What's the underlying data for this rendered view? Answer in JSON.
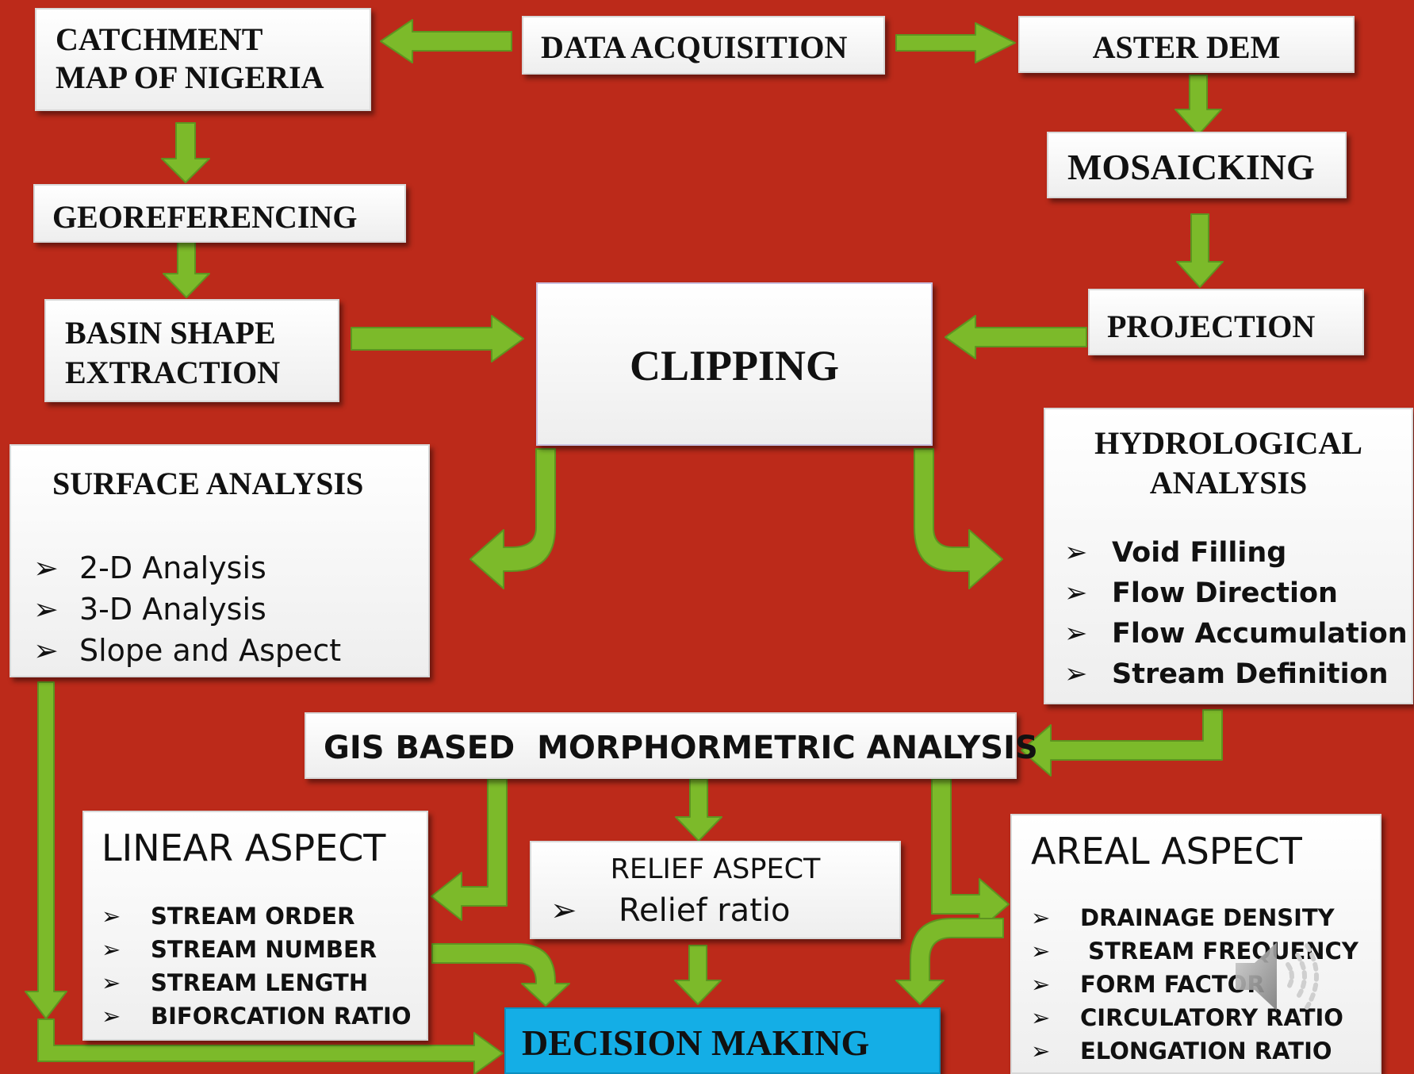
{
  "colors": {
    "background": "#bc2a1a",
    "arrow": "#7cba2a",
    "box": "#f4f4f4",
    "decision_box": "#14aee6"
  },
  "bullet_glyph": "➢",
  "boxes": {
    "catchment_map": {
      "lines": [
        "CATCHMENT",
        "MAP OF NIGERIA"
      ]
    },
    "data_acquisition": {
      "label": "DATA ACQUISITION"
    },
    "aster_dem": {
      "label": "ASTER DEM"
    },
    "mosaicking": {
      "label": "MOSAICKING"
    },
    "georeferencing": {
      "label": "GEOREFERENCING"
    },
    "basin_shape": {
      "lines": [
        "BASIN SHAPE",
        "EXTRACTION"
      ]
    },
    "clipping": {
      "label": "CLIPPING"
    },
    "projection": {
      "label": "PROJECTION"
    },
    "surface_analysis": {
      "title": "SURFACE ANALYSIS",
      "items": [
        "2-D Analysis",
        "3-D Analysis",
        "Slope and Aspect"
      ]
    },
    "hydrological_analysis": {
      "title_lines": [
        "HYDROLOGICAL",
        "ANALYSIS"
      ],
      "items": [
        "Void Filling",
        "Flow Direction",
        "Flow Accumulation",
        "Stream Definition"
      ]
    },
    "gis_morphometric": {
      "label": "GIS BASED  MORPHORMETRIC ANALYSIS"
    },
    "linear_aspect": {
      "title": "LINEAR ASPECT",
      "items": [
        "STREAM ORDER",
        "STREAM NUMBER",
        "STREAM LENGTH",
        "BIFORCATION RATIO"
      ]
    },
    "relief_aspect": {
      "title": "RELIEF ASPECT",
      "items": [
        "Relief ratio"
      ]
    },
    "areal_aspect": {
      "title": "AREAL ASPECT",
      "items": [
        "DRAINAGE DENSITY",
        " STREAM FREQUENCY",
        "FORM FACTOR",
        "CIRCULATORY RATIO",
        "ELONGATION RATIO"
      ]
    },
    "decision_making": {
      "label": "DECISION MAKING"
    }
  },
  "speaker_icon": "speaker-icon"
}
